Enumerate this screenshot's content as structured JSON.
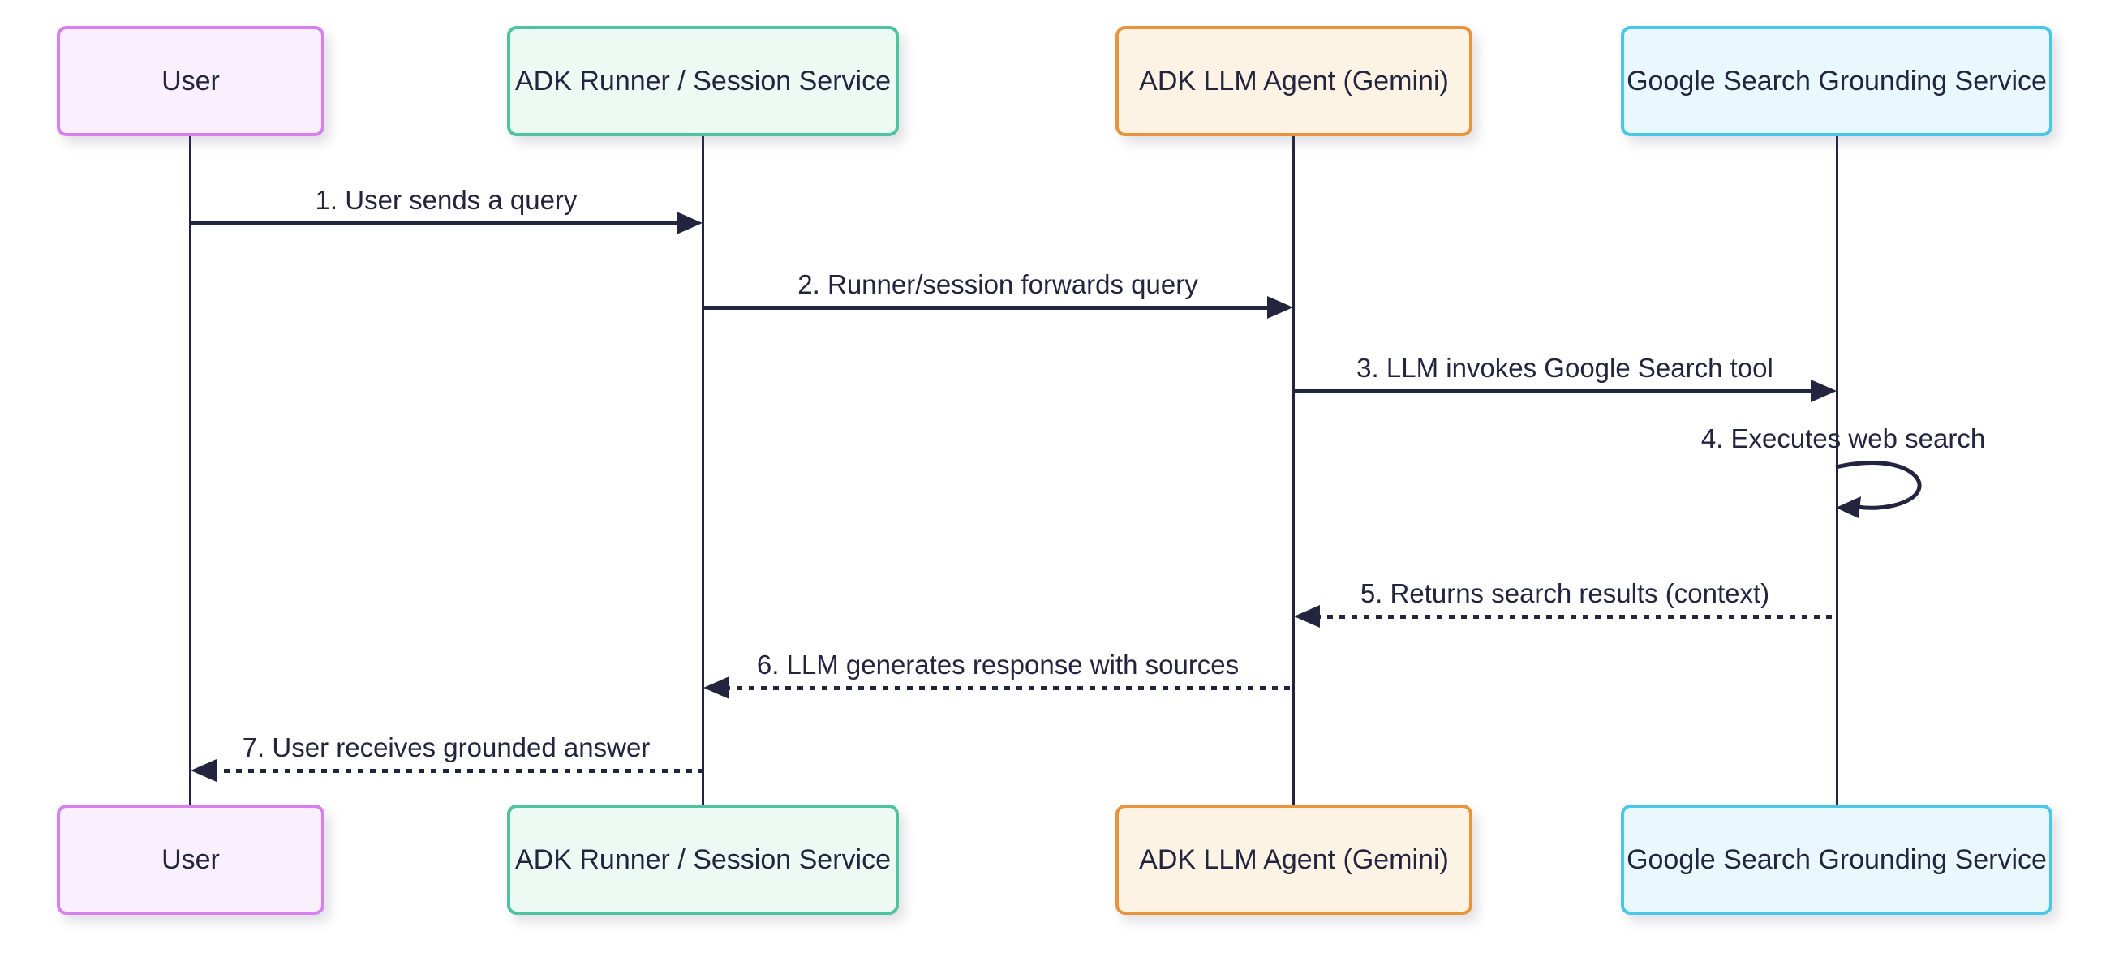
{
  "diagram": {
    "type": "sequence",
    "background_color": "#ffffff",
    "line_color": "#23253f",
    "text_color": "#23253f",
    "actors": [
      {
        "id": "user",
        "label": "User",
        "border_color": "#d87ff0",
        "fill_color": "#faf0fd"
      },
      {
        "id": "runner",
        "label": "ADK Runner / Session Service",
        "border_color": "#4ec3a0",
        "fill_color": "#edfaf4"
      },
      {
        "id": "llm",
        "label": "ADK LLM Agent (Gemini)",
        "border_color": "#e8943c",
        "fill_color": "#fcf3e5"
      },
      {
        "id": "google",
        "label": "Google Search Grounding Service",
        "border_color": "#49c7e9",
        "fill_color": "#e8f8fd"
      }
    ],
    "messages": [
      {
        "seq": 1,
        "label": "1. User sends a query",
        "from": "User",
        "to": "ADK Runner / Session Service",
        "line": "solid",
        "direction": "right"
      },
      {
        "seq": 2,
        "label": "2. Runner/session forwards query",
        "from": "ADK Runner / Session Service",
        "to": "ADK LLM Agent (Gemini)",
        "line": "solid",
        "direction": "right"
      },
      {
        "seq": 3,
        "label": "3. LLM invokes Google Search tool",
        "from": "ADK LLM Agent (Gemini)",
        "to": "Google Search Grounding Service",
        "line": "solid",
        "direction": "right"
      },
      {
        "seq": 4,
        "label": "4. Executes web search",
        "from": "Google Search Grounding Service",
        "to": "Google Search Grounding Service",
        "line": "solid",
        "direction": "self"
      },
      {
        "seq": 5,
        "label": "5. Returns search results (context)",
        "from": "Google Search Grounding Service",
        "to": "ADK LLM Agent (Gemini)",
        "line": "dotted",
        "direction": "left"
      },
      {
        "seq": 6,
        "label": "6. LLM generates response with sources",
        "from": "ADK LLM Agent (Gemini)",
        "to": "ADK Runner / Session Service",
        "line": "dotted",
        "direction": "left"
      },
      {
        "seq": 7,
        "label": "7. User receives grounded answer",
        "from": "ADK Runner / Session Service",
        "to": "User",
        "line": "dotted",
        "direction": "left"
      }
    ]
  }
}
